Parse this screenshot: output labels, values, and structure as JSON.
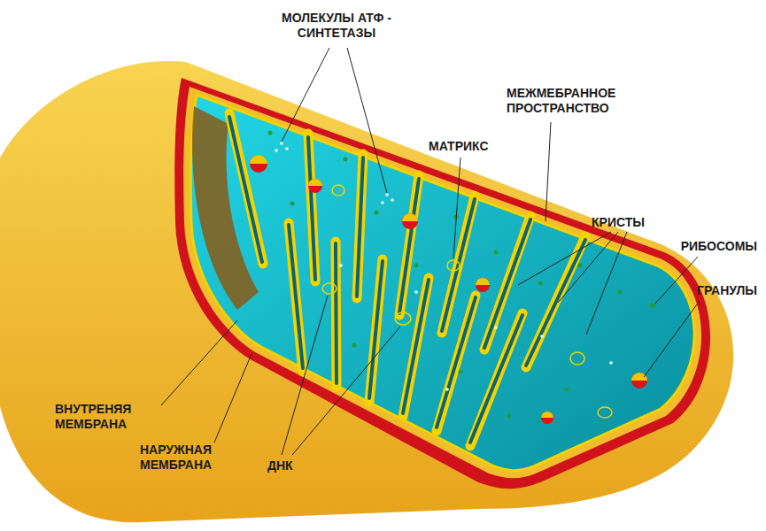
{
  "diagram": {
    "labels": [
      "МОЛЕКУЛЫ АТФ - СИНТЕТАЗЫ",
      "МЕЖМЕБРАННОЕ ПРОСТРАНСТВО",
      "МАТРИКС",
      "КРИСТЫ",
      "РИБОСОМЫ",
      "ГРАНУЛЫ",
      "ВНУТРЕНЯЯ МЕМБРАНА",
      "НАРУЖНАЯ МЕМБРАНА",
      "ДНК"
    ]
  }
}
